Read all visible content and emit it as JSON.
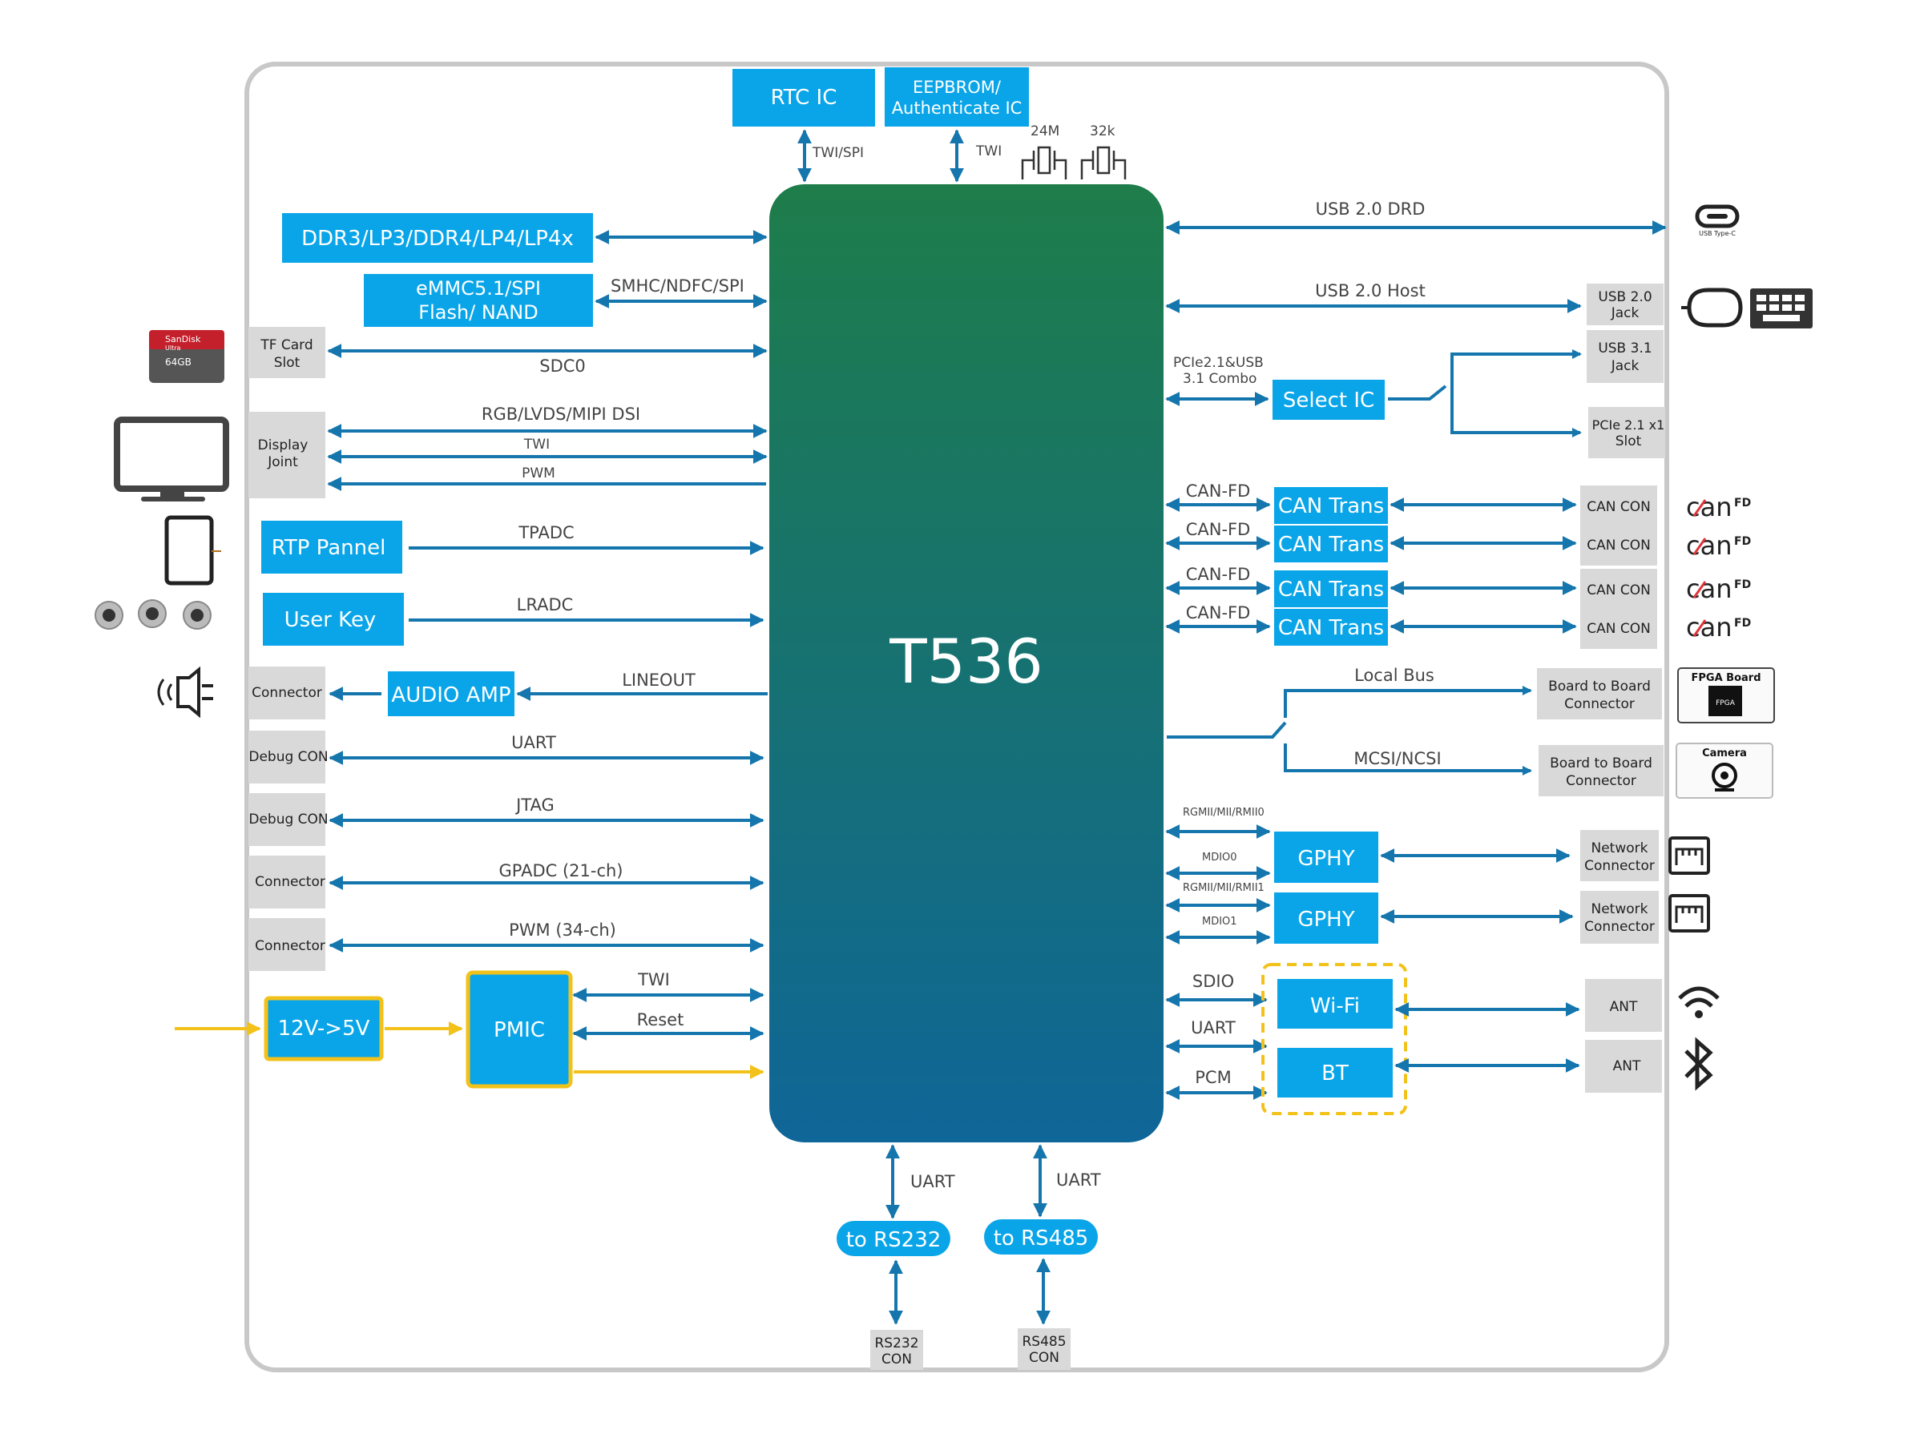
{
  "soc": "T536",
  "top": {
    "rtc": "RTC IC",
    "eeprom_line1": "EEPBROM/",
    "eeprom_line2": "Authenticate IC",
    "twi_spi": "TWI/SPI",
    "twi": "TWI",
    "xtal_24m": "24M",
    "xtal_32k": "32k"
  },
  "left": {
    "ddr": "DDR3/LP3/DDR4/LP4/LP4x",
    "emmc_line1": "eMMC5.1/SPI",
    "emmc_line2": "Flash/ NAND",
    "smhc": "SMHC/NDFC/SPI",
    "tf_line1": "TF Card",
    "tf_line2": "Slot",
    "sdc0": "SDC0",
    "rgb": "RGB/LVDS/MIPI DSI",
    "twi_disp": "TWI",
    "pwm_disp": "PWM",
    "display_line1": "Display",
    "display_line2": "Joint",
    "rtp": "RTP Pannel",
    "tpadc": "TPADC",
    "user_key": "User Key",
    "lradc": "LRADC",
    "connector_audio": "Connector",
    "audio_amp": "AUDIO AMP",
    "lineout": "LINEOUT",
    "debug_con_1": "Debug CON",
    "uart": "UART",
    "debug_con_2": "Debug CON",
    "jtag": "JTAG",
    "connector_gpadc": "Connector",
    "gpadc": "GPADC (21-ch)",
    "connector_pwm": "Connector",
    "pwm": "PWM (34-ch)",
    "v12to5": "12V->5V",
    "pmic": "PMIC",
    "pmic_twi": "TWI",
    "pmic_reset": "Reset",
    "sd_brand": "SanDisk",
    "sd_ultra": "Ultra",
    "sd_size": "64GB"
  },
  "right": {
    "usb_drd": "USB 2.0 DRD",
    "usb_typec": "USB Type-C",
    "usb_host": "USB 2.0 Host",
    "usb20_line1": "USB 2.0",
    "usb20_line2": "Jack",
    "pcie_combo_line1": "PCIe2.1&USB",
    "pcie_combo_line2": "3.1 Combo",
    "select_ic": "Select IC",
    "usb31_line1": "USB 3.1",
    "usb31_line2": "Jack",
    "pcie_slot_line1": "PCIe 2.1 x1",
    "pcie_slot_line2": "Slot",
    "can_rows": [
      {
        "bus": "CAN-FD",
        "trans": "CAN Trans",
        "con": "CAN CON"
      },
      {
        "bus": "CAN-FD",
        "trans": "CAN Trans",
        "con": "CAN CON"
      },
      {
        "bus": "CAN-FD",
        "trans": "CAN Trans",
        "con": "CAN CON"
      },
      {
        "bus": "CAN-FD",
        "trans": "CAN Trans",
        "con": "CAN CON"
      }
    ],
    "can_logo": "can",
    "can_fd": "FD",
    "local_bus": "Local Bus",
    "b2b1_line1": "Board to Board",
    "b2b1_line2": "Connector",
    "fpga_board": "FPGA Board",
    "fpga_chip": "FPGA",
    "mcsi": "MCSI/NCSI",
    "b2b2_line1": "Board to Board",
    "b2b2_line2": "Connector",
    "camera": "Camera",
    "rgmii0": "RGMII/MII/RMII0",
    "mdio0": "MDIO0",
    "rgmii1": "RGMII/MII/RMII1",
    "mdio1": "MDIO1",
    "gphy1": "GPHY",
    "gphy2": "GPHY",
    "net1_line1": "Network",
    "net1_line2": "Connector",
    "net2_line1": "Network",
    "net2_line2": "Connector",
    "sdio": "SDIO",
    "uart_wifi": "UART",
    "pcm": "PCM",
    "wifi": "Wi-Fi",
    "bt": "BT",
    "ant1": "ANT",
    "ant2": "ANT"
  },
  "bottom": {
    "uart1": "UART",
    "uart2": "UART",
    "rs232": "to RS232",
    "rs485": "to RS485",
    "rs232_con_line1": "RS232",
    "rs232_con_line2": "CON",
    "rs485_con_line1": "RS485",
    "rs485_con_line2": "CON"
  },
  "colors": {
    "block_blue": "#0aa5e8",
    "line_blue": "#1576ad",
    "power_yellow": "#f2c21a",
    "gray_box": "#d9d9d9",
    "soc_top": "#1e7d4a",
    "soc_bottom": "#0f6698"
  }
}
